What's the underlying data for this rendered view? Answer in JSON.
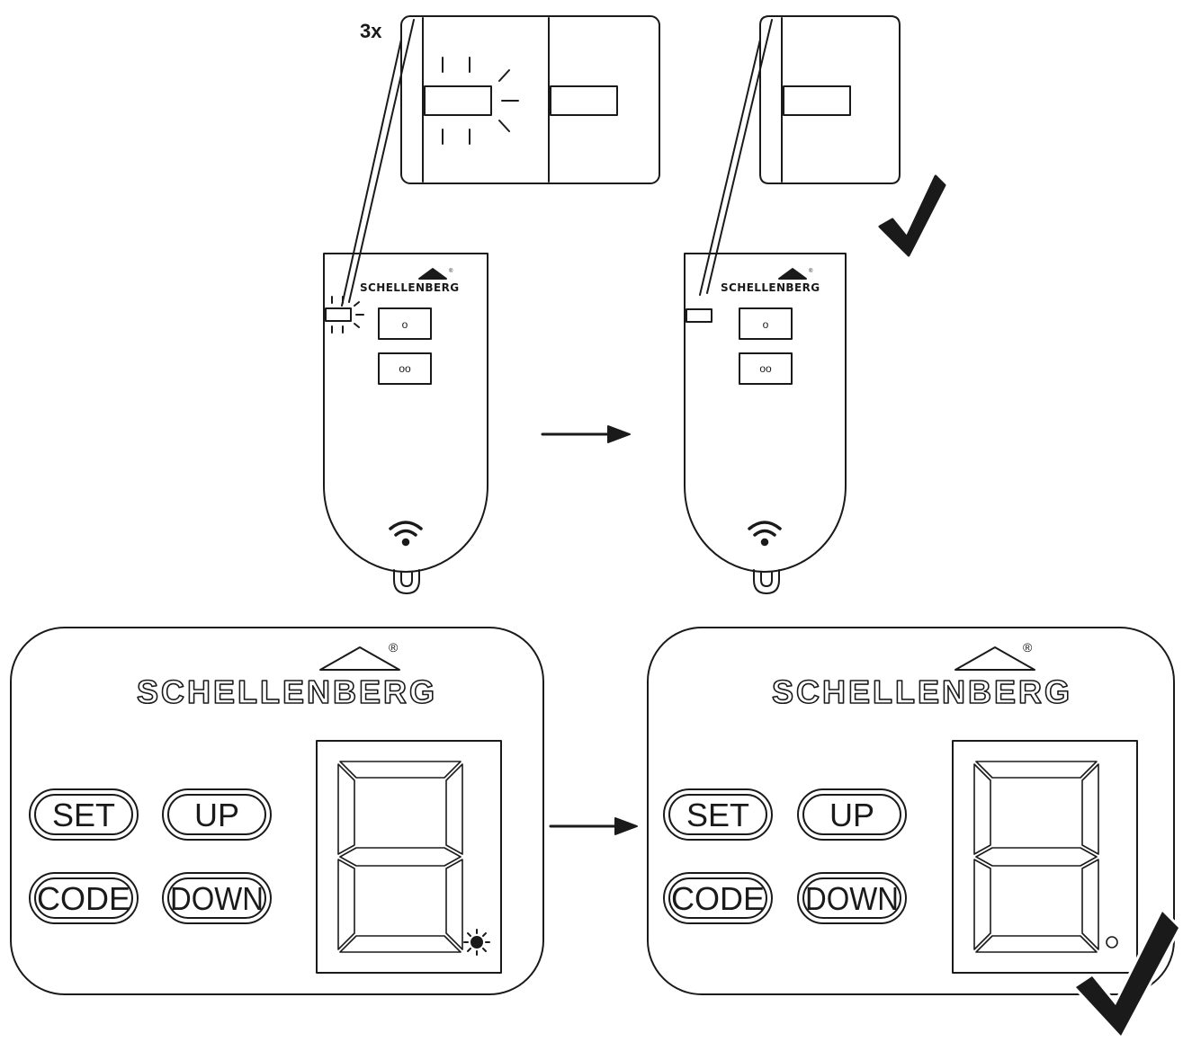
{
  "repeat_label": "3x",
  "brand": "SCHELLENBERG",
  "registered_mark": "®",
  "remote_buttons": {
    "single": "o",
    "double": "oo"
  },
  "panel_buttons": {
    "set": "SET",
    "up": "UP",
    "code": "CODE",
    "down": "DOWN"
  },
  "icons": {
    "wifi": "wifi-icon",
    "arrow": "arrow-right-icon",
    "check": "checkmark-icon",
    "led": "led-indicator-icon"
  },
  "colors": {
    "ink": "#1a1a1a",
    "background": "#ffffff"
  }
}
